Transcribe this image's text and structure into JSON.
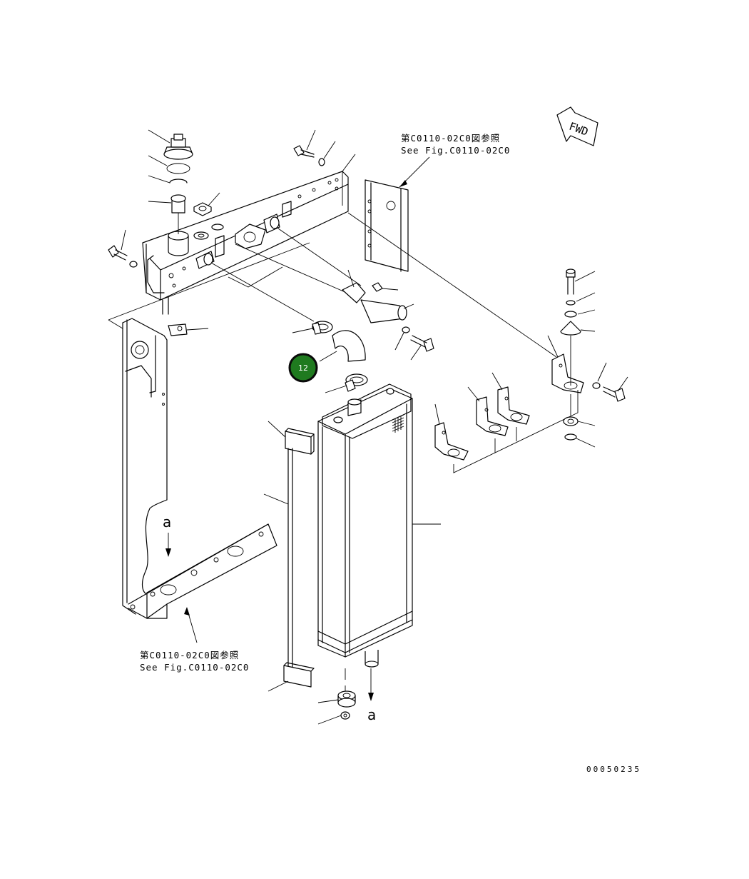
{
  "reference_top": {
    "line1": "第C0110-02C0図参照",
    "line2": "See Fig.C0110-02C0"
  },
  "reference_bottom": {
    "line1": "第C0110-02C0図参照",
    "line2": "See Fig.C0110-02C0"
  },
  "fwd_arrow": {
    "label": "FWD",
    "icon": "fwd-arrow-icon"
  },
  "view_marks": {
    "upper": "a",
    "lower": "a"
  },
  "callout": {
    "number": "12",
    "color": "#1f7a1f",
    "ring_color": "#0a0a0a"
  },
  "drawing_number": "00050235"
}
